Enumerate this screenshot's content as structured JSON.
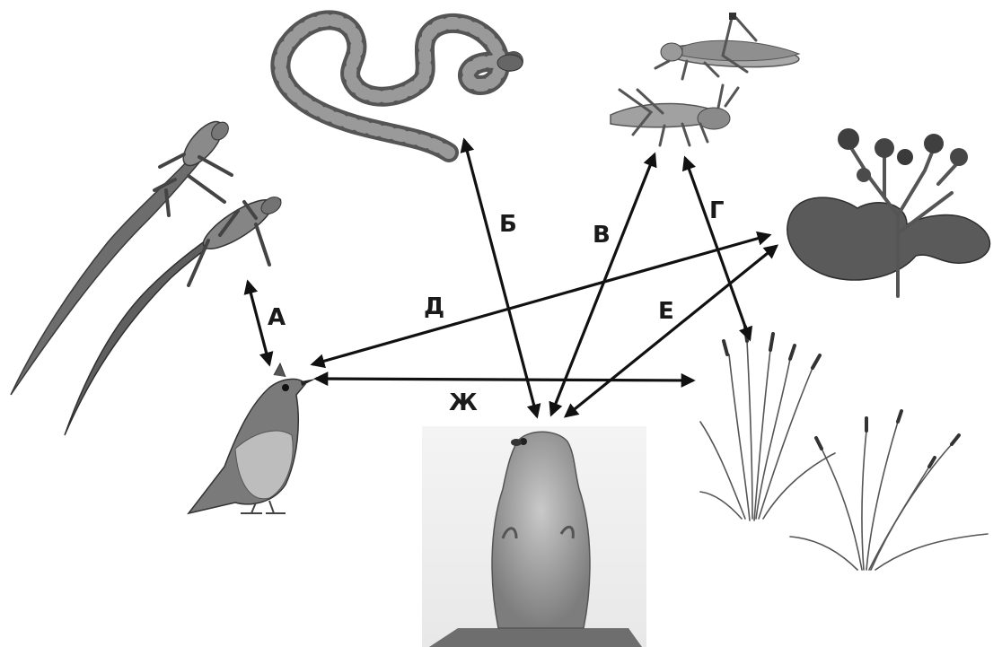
{
  "diagram": {
    "labels": {
      "a": "А",
      "b": "Б",
      "v": "В",
      "g": "Г",
      "d": "Д",
      "e": "Е",
      "zh": "Ж"
    }
  }
}
